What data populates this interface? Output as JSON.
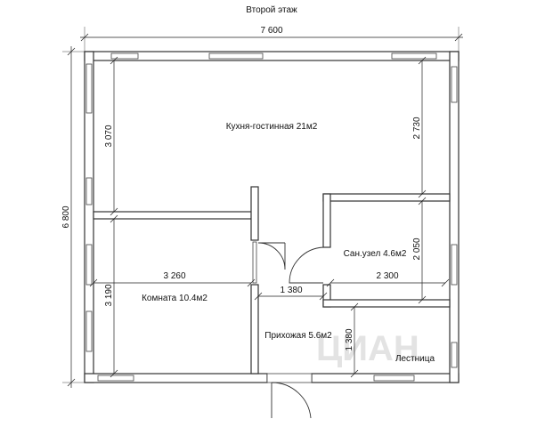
{
  "title": "Второй этаж",
  "watermark": "ЦИАН",
  "dimensions": {
    "total_width": "7 600",
    "total_height": "6 800",
    "kitchen_height": "3 070",
    "kitchen_right_height": "2 730",
    "room_width": "3 260",
    "room_height": "3 190",
    "bathroom_height": "2 050",
    "bathroom_width": "2 300",
    "hall_width": "1 380",
    "hall_height": "1 380"
  },
  "rooms": {
    "kitchen": "Кухня-гостинная 21м2",
    "bathroom": "Сан.узел 4.6м2",
    "room": "Комната 10.4м2",
    "hallway": "Прихожая 5.6м2",
    "stairs": "Лестница"
  }
}
